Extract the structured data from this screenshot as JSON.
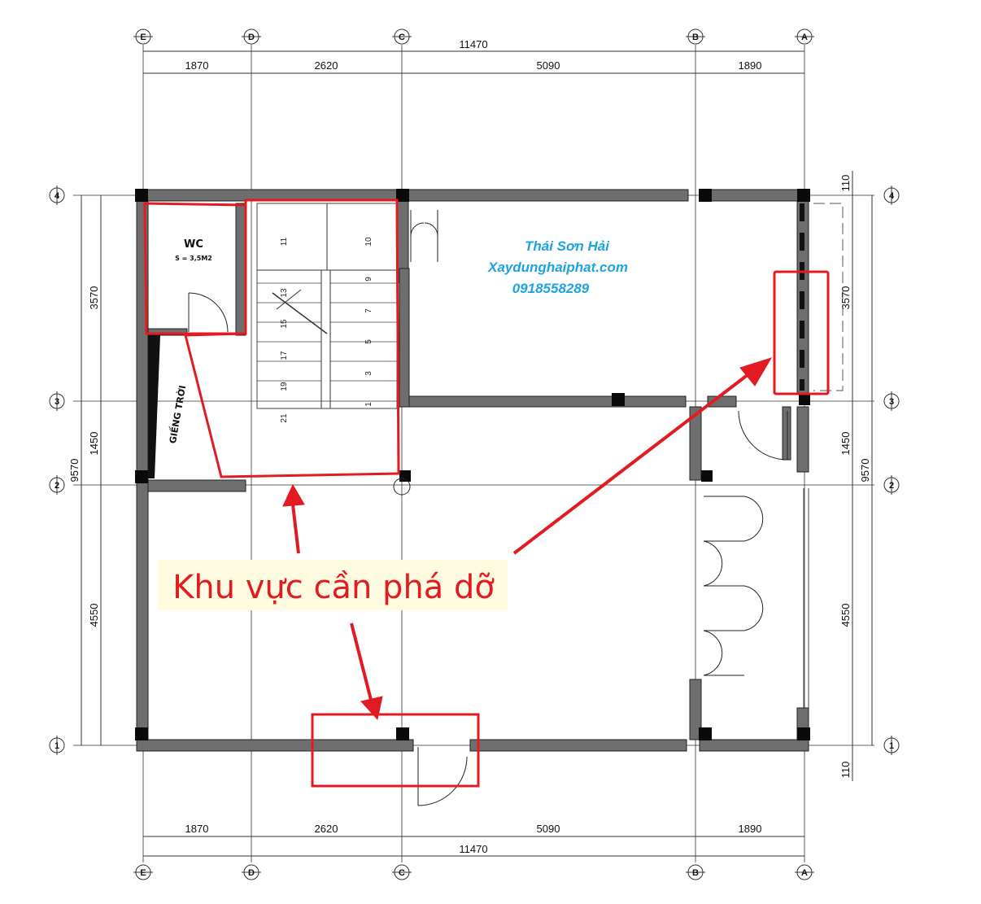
{
  "dimensions": {
    "total": "11470",
    "top_segments": [
      "1870",
      "2620",
      "5090",
      "1890"
    ],
    "bottom_segments": [
      "1870",
      "2620",
      "5090",
      "1890"
    ],
    "left_segments": [
      "3570",
      "1450",
      "4550"
    ],
    "left_total": "9570",
    "right_segments": [
      "3570",
      "1450",
      "4550"
    ],
    "right_total": "9570",
    "right_offsets": [
      "110",
      "110"
    ]
  },
  "grid_columns": [
    "E",
    "D",
    "C",
    "B",
    "A"
  ],
  "grid_rows": [
    "4",
    "3",
    "2",
    "1"
  ],
  "rooms": {
    "wc_label": "WC",
    "wc_area": "S = 3,5M2",
    "skylight_label": "GIẾNG TRỜI"
  },
  "stairs": {
    "left_flight": [
      "11",
      "13",
      "15",
      "17",
      "19",
      "21"
    ],
    "right_flight": [
      "10",
      "9",
      "7",
      "5",
      "3",
      "1"
    ]
  },
  "watermark": {
    "name": "Thái Sơn Hải",
    "site": "Xaydunghaiphat.com",
    "phone": "0918558289"
  },
  "callout": {
    "text": "Khu vực cần phá dỡ",
    "color": "#e21b23"
  },
  "colors": {
    "wall": "#6e6e6e",
    "highlight": "#e21b23",
    "watermark": "#1ca3e3",
    "callout_bg": "#fffbe0"
  }
}
